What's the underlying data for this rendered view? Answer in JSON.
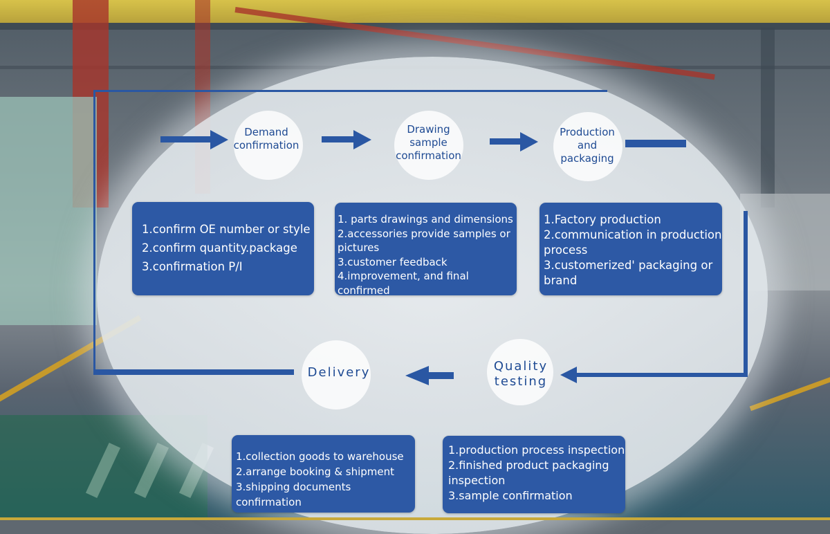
{
  "stages": {
    "demand": "Demand confirmation",
    "drawing": "Drawing sample confirmation",
    "production": "Production and packaging",
    "quality": "Quality testing",
    "delivery": "Delivery"
  },
  "boxes": {
    "demand": [
      "1.confirm OE number or style",
      "2.confirm quantity.package",
      "3.confirmation P/I"
    ],
    "drawing": [
      "1. parts drawings and dimensions",
      "2.accessories provide samples or pictures",
      "3.customer feedback",
      "4.improvement, and final confirmed"
    ],
    "production": [
      "1.Factory production",
      "2.communication in production process",
      "3.customerized' packaging or brand"
    ],
    "delivery": [
      "1.collection goods to warehouse",
      "2.arrange booking & shipment",
      "3.shipping documents confirmation"
    ],
    "quality": [
      "1.production process inspection",
      "2.finished product packaging inspection",
      "3.sample confirmation"
    ]
  },
  "colors": {
    "accent": "#2d59a5",
    "stage_text": "#1e4a93",
    "band": "#d7c24a"
  }
}
